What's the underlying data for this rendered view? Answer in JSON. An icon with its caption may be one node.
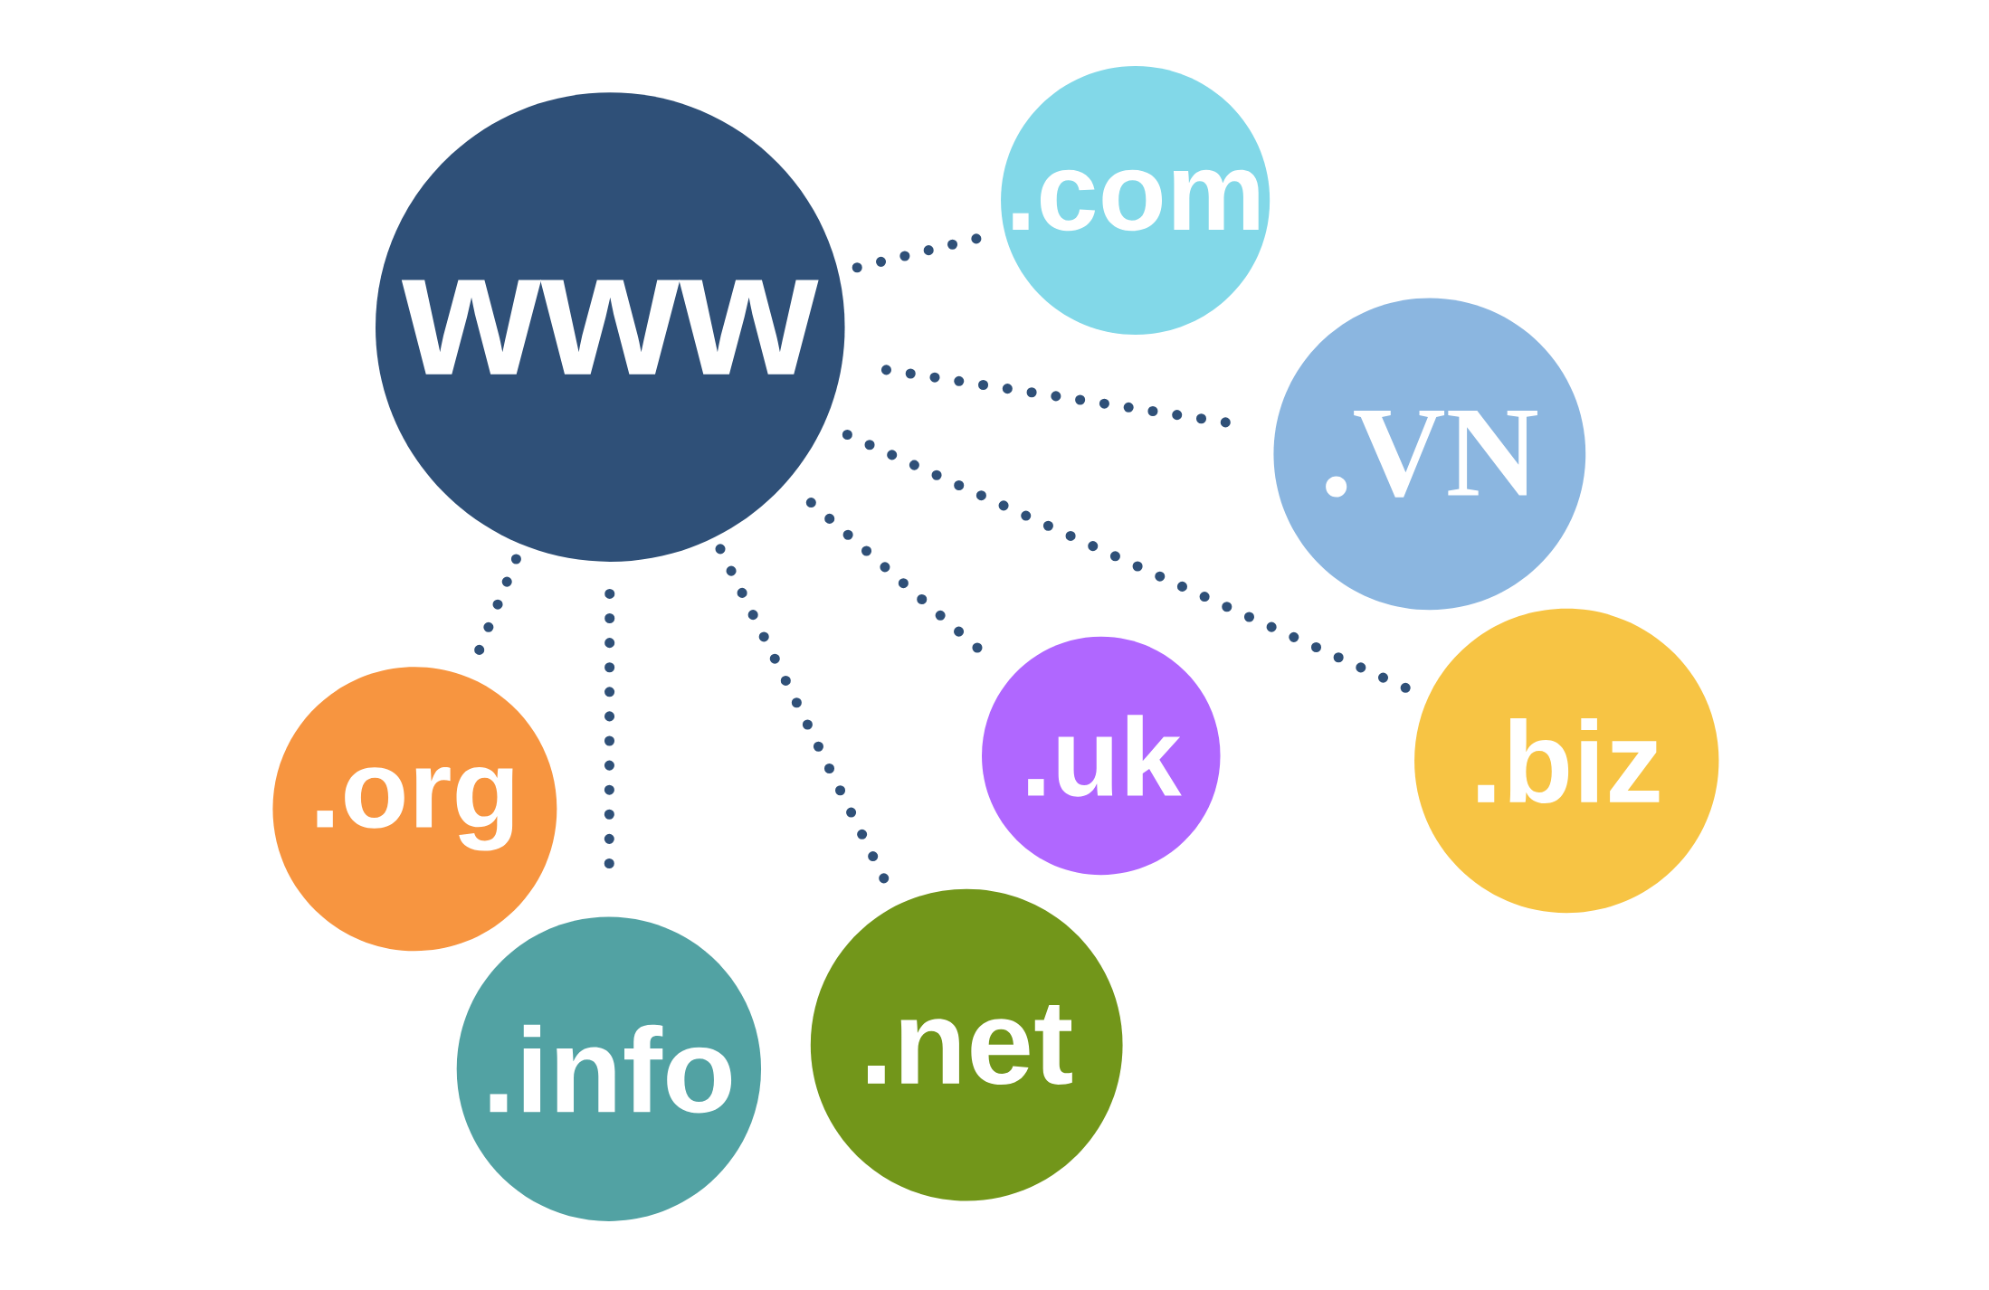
{
  "diagram": {
    "nodes": [
      {
        "text": [
          "www"
        ]
      },
      {
        "text": [
          ".com"
        ]
      },
      {
        "text": [
          ".VN"
        ]
      },
      {
        "text": [
          ".biz"
        ]
      },
      {
        "text": [
          ".uk"
        ]
      },
      {
        "text": [
          ".org"
        ]
      },
      {
        "text": [
          ".net"
        ]
      },
      {
        "text": [
          ".info"
        ]
      }
    ],
    "edges": [
      {
        "from": 0,
        "to": 1,
        "arrow": "none"
      },
      {
        "from": 0,
        "to": 2,
        "arrow": "none"
      },
      {
        "from": 0,
        "to": 3,
        "arrow": "none"
      },
      {
        "from": 0,
        "to": 4,
        "arrow": "none"
      },
      {
        "from": 0,
        "to": 5,
        "arrow": "none"
      },
      {
        "from": 0,
        "to": 6,
        "arrow": "none"
      },
      {
        "from": 0,
        "to": 7,
        "arrow": "none"
      }
    ]
  }
}
